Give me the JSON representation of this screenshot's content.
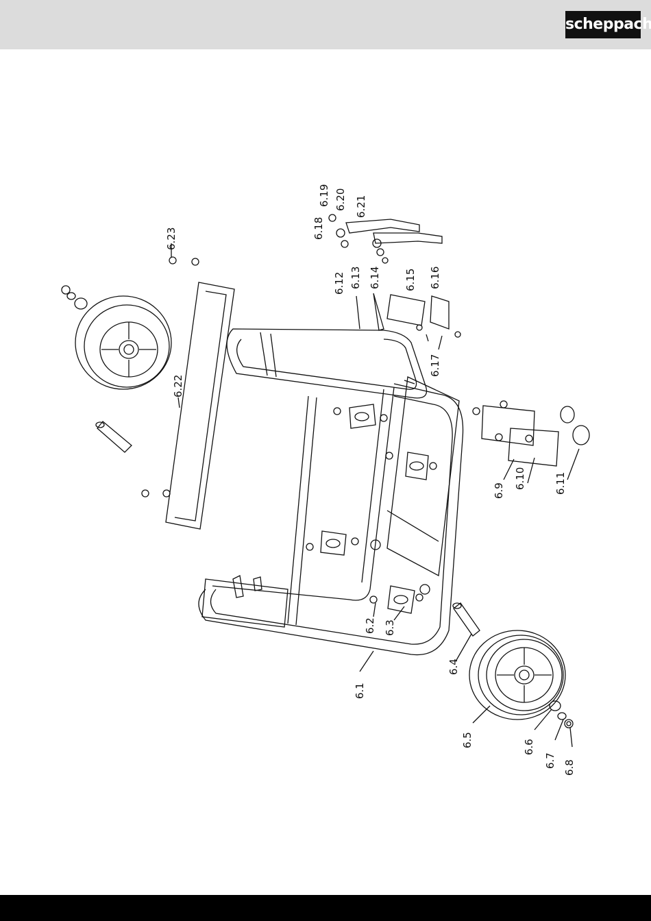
{
  "brand": {
    "logo_text": "scheppach"
  },
  "parts": {
    "p6_1": "6.1",
    "p6_2": "6.2",
    "p6_3": "6.3",
    "p6_4": "6.4",
    "p6_5": "6.5",
    "p6_6": "6.6",
    "p6_7": "6.7",
    "p6_8": "6.8",
    "p6_9": "6.9",
    "p6_10": "6.10",
    "p6_11": "6.11",
    "p6_12": "6.12",
    "p6_13": "6.13",
    "p6_14": "6.14",
    "p6_15": "6.15",
    "p6_16": "6.16",
    "p6_17": "6.17",
    "p6_18": "6.18",
    "p6_19": "6.19",
    "p6_20": "6.20",
    "p6_21": "6.21",
    "p6_22": "6.22",
    "p6_23": "6.23"
  },
  "colors": {
    "header": "#dcdcdc",
    "footer": "#000000",
    "line": "#111111"
  }
}
